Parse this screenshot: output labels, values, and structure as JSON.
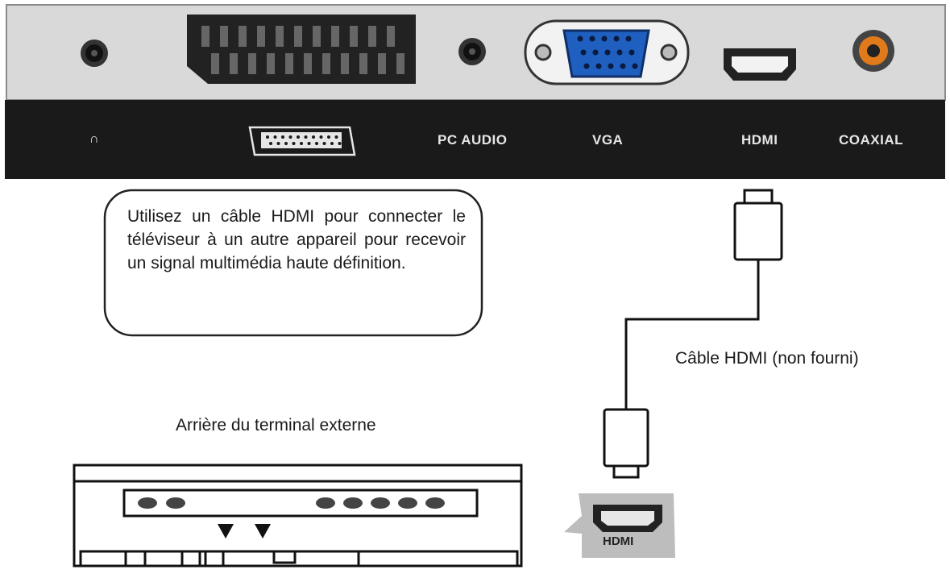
{
  "panel": {
    "ports": [
      {
        "name": "headphone",
        "label": "∩",
        "icon": "headphone-icon"
      },
      {
        "name": "scart",
        "label": "",
        "icon": "scart-icon"
      },
      {
        "name": "pc-audio",
        "label": "PC AUDIO",
        "icon": "audio-jack-icon"
      },
      {
        "name": "vga",
        "label": "VGA",
        "icon": "vga-port-icon"
      },
      {
        "name": "hdmi",
        "label": "HDMI",
        "icon": "hdmi-port-icon"
      },
      {
        "name": "coaxial",
        "label": "COAXIAL",
        "icon": "coaxial-port-icon"
      }
    ]
  },
  "callout": {
    "text": "Utilisez un câble HDMI pour connecter le téléviseur à un autre appareil pour recevoir un signal multimédia haute définition."
  },
  "cable_label": "Câble HDMI (non fourni)",
  "external_device_label": "Arrière du terminal externe",
  "device_hdmi_label": "HDMI",
  "colors": {
    "panel_bg": "#d9d9d9",
    "label_strip": "#1a1a1a",
    "vga_blue": "#1f5fbf",
    "coaxial_orange": "#e07a1a",
    "device_port_bg": "#bdbdbd"
  }
}
